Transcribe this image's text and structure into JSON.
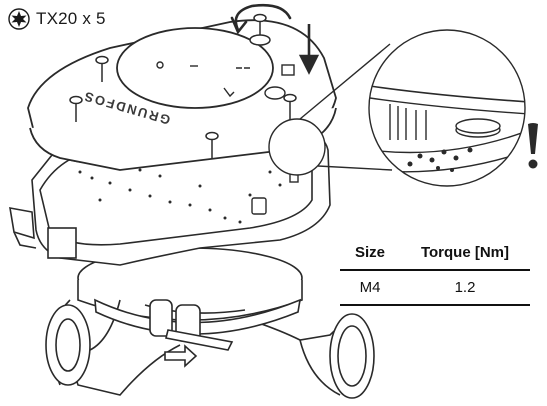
{
  "tool": {
    "icon": "torx-icon",
    "label": "TX20 x 5"
  },
  "table": {
    "headers": [
      "Size",
      "Torque [Nm]"
    ],
    "rows": [
      [
        "M4",
        "1.2"
      ]
    ]
  },
  "cover": {
    "brand": "GRUNDFOS"
  },
  "colors": {
    "line": "#2a2a2a",
    "warning": "#2a2a2a",
    "fill": "#ffffff"
  }
}
